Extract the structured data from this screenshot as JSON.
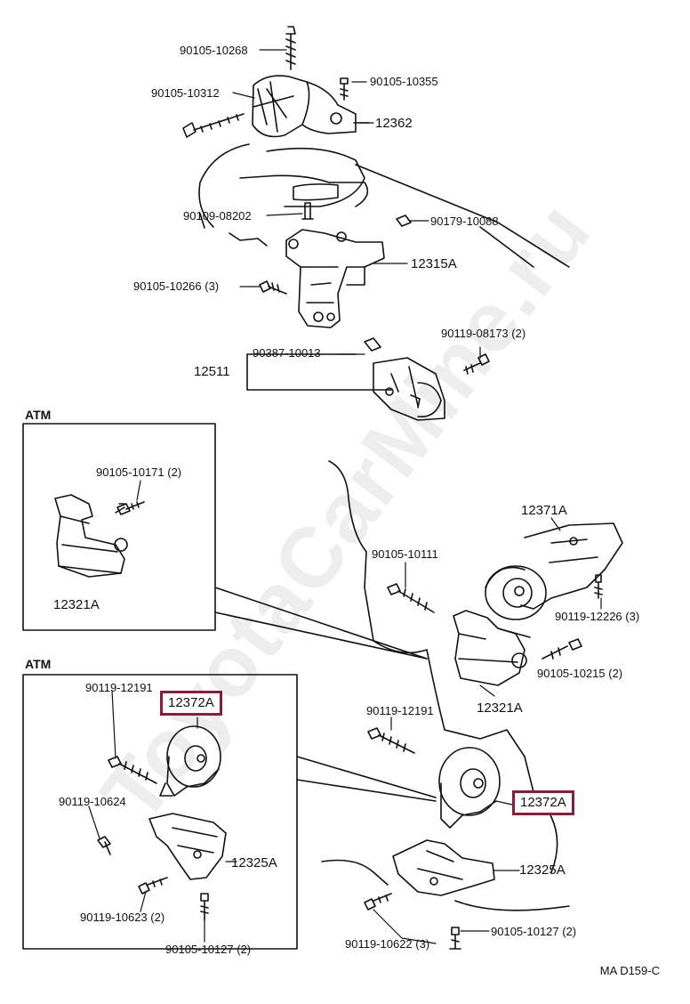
{
  "colors": {
    "highlight": "#8b1c3b",
    "line": "#111111"
  },
  "atm_top": {
    "heading": "ATM"
  },
  "atm_bottom": {
    "heading": "ATM"
  },
  "labels": {
    "p90105_10268": "90105-10268",
    "p90105_10355": "90105-10355",
    "p90105_10312": "90105-10312",
    "p12362": "12362",
    "p90109_08202": "90109-08202",
    "p90179_10088": "90179-10088",
    "p12315A": "12315A",
    "p90105_10266": "90105-10266 (3)",
    "p90119_08173": "90119-08173 (2)",
    "p90387_10013": "90387-10013",
    "p12511": "12511",
    "p90105_10171": "90105-10171 (2)",
    "p12321A_box": "12321A",
    "p12371A": "12371A",
    "p90105_10111": "90105-10111",
    "p90119_12226": "90119-12226 (3)",
    "p90105_10215": "90105-10215 (2)",
    "p12321A": "12321A",
    "p90119_12191_box": "90119-12191",
    "p12372A_box": "12372A",
    "p90119_12191": "90119-12191",
    "p12372A": "12372A",
    "p90119_10624": "90119-10624",
    "p12325A_box": "12325A",
    "p90119_10623": "90119-10623 (2)",
    "p90105_10127_box": "90105-10127 (2)",
    "p12325A": "12325A",
    "p90119_10622": "90119-10622 (3)",
    "p90105_10127": "90105-10127 (2)"
  },
  "footer": {
    "code": "MA D159-C"
  },
  "watermark": {
    "text": "ToyotaCarMine.ru"
  }
}
